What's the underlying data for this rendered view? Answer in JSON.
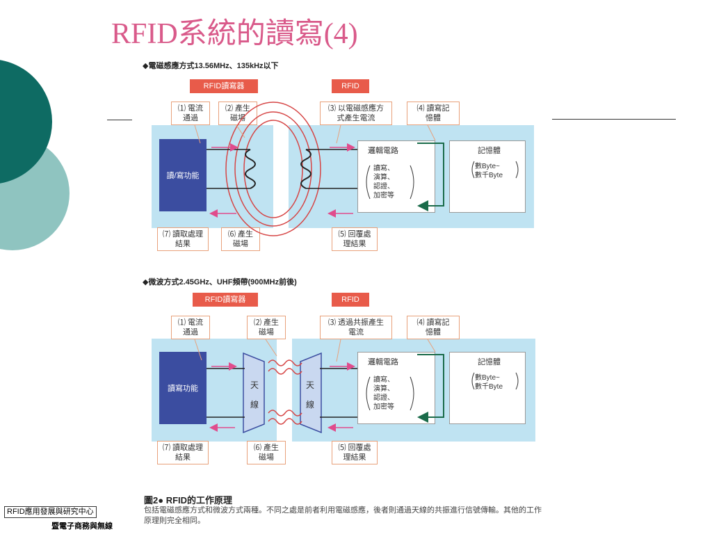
{
  "slide": {
    "title": "RFID系統的讀寫(4)",
    "colors": {
      "title": "#d95a8a",
      "dark_circle": "#0e6b63",
      "light_circle": "#8fc4c0",
      "band": "#bfe3f2",
      "tag": "#e85b4a",
      "rw_block": "#3b4da0",
      "arrow": "#e04c8c"
    }
  },
  "diagram1": {
    "heading": "◆電磁感應方式13.56MHz、135kHz以下",
    "reader_tag": "RFID讀寫器",
    "rfid_tag": "RFID",
    "rw_label": "讀/寫功能",
    "notes": {
      "n1": "⑴ 電流\n通過",
      "n2": "⑵ 產生\n磁場",
      "n3": "⑶ 以電磁感應方\n式產生電流",
      "n4": "⑷ 讀寫記\n憶體",
      "n5": "⑸ 回覆處\n理結果",
      "n6": "⑹ 產生\n磁場",
      "n7": "⑺ 讀取處理\n結果"
    },
    "logic_title": "邏輯電路",
    "logic_items": "讀寫、\n演算、\n認證、\n加密等",
    "memory_title": "記憶體",
    "memory_items": "數Byte~\n數千Byte"
  },
  "diagram2": {
    "heading": "◆微波方式2.45GHz、UHF頻帶(900MHz前後)",
    "reader_tag": "RFID讀寫器",
    "rfid_tag": "RFID",
    "rw_label": "讀寫功能",
    "antenna_reader": "天\n線",
    "antenna_tag": "天\n線",
    "notes": {
      "n1": "⑴ 電流\n通過",
      "n2": "⑵ 產生\n磁場",
      "n3": "⑶ 透過共振產生\n電流",
      "n4": "⑷ 讀寫記\n憶體",
      "n5": "⑸ 回覆處\n理結果",
      "n6": "⑹ 產生\n磁場",
      "n7": "⑺ 讀取處理\n結果"
    },
    "logic_title": "邏輯電路",
    "logic_items": "讀寫、\n演算、\n認證、\n加密等",
    "memory_title": "記憶體",
    "memory_items": "數Byte~\n數千Byte"
  },
  "caption": {
    "title": "圖2● RFID的工作原理",
    "body": "包括電磁感應方式和微波方式兩種。不同之處是前者利用電磁感應，後者則通過天線的共振進行信號傳輸。其他的工作原理則完全相同。"
  },
  "footer": {
    "org": "RFID應用發展與研究中心",
    "sub": "暨電子商務與無線"
  }
}
